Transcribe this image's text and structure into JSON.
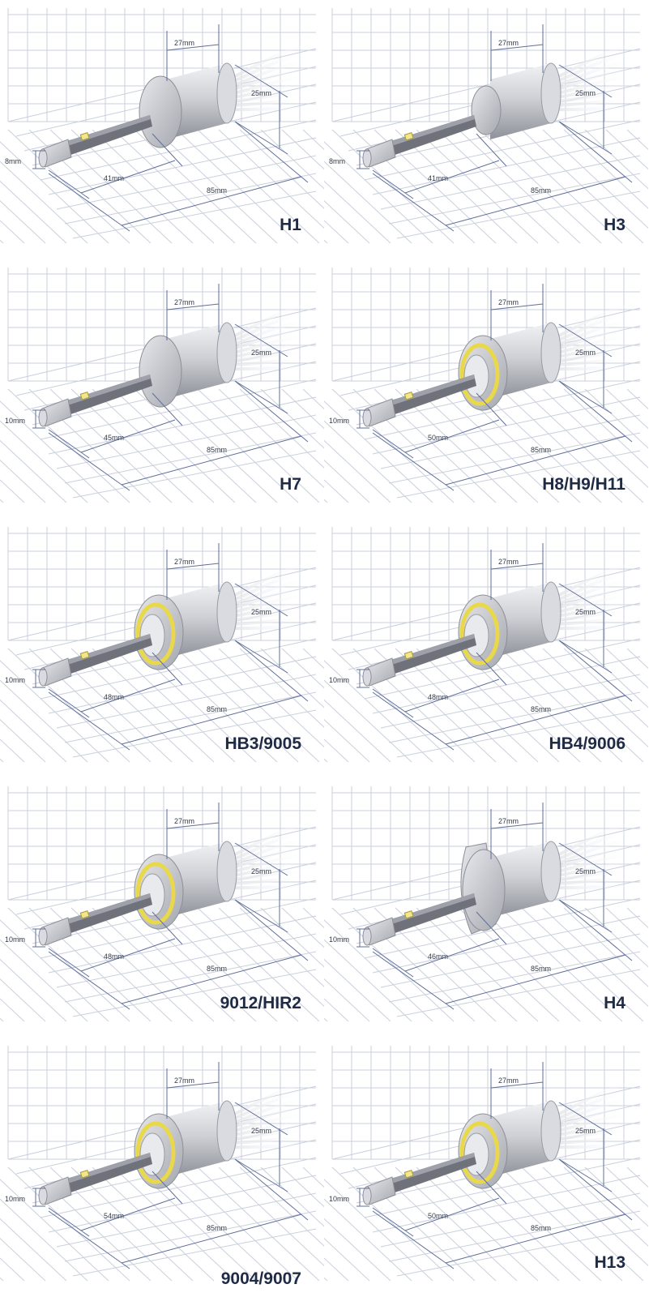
{
  "bulbs": [
    {
      "model": "H1",
      "collar": "disc",
      "gold": false,
      "dims": {
        "d27": "27mm",
        "d25": "25mm",
        "d8": "8mm",
        "dmid": "41mm",
        "d85": "85mm"
      }
    },
    {
      "model": "H3",
      "collar": "small",
      "gold": false,
      "dims": {
        "d27": "27mm",
        "d25": "25mm",
        "d8": "8mm",
        "dmid": "41mm",
        "d85": "85mm"
      }
    },
    {
      "model": "H7",
      "collar": "disc",
      "gold": false,
      "dims": {
        "d27": "27mm",
        "d25": "25mm",
        "d8": "10mm",
        "dmid": "45mm",
        "d85": "85mm"
      }
    },
    {
      "model": "H8/H9/H11",
      "collar": "ring",
      "gold": true,
      "dims": {
        "d27": "27mm",
        "d25": "25mm",
        "d8": "10mm",
        "dmid": "50mm",
        "d85": "85mm"
      }
    },
    {
      "model": "HB3/9005",
      "collar": "ring",
      "gold": true,
      "dims": {
        "d27": "27mm",
        "d25": "25mm",
        "d8": "10mm",
        "dmid": "48mm",
        "d85": "85mm"
      }
    },
    {
      "model": "HB4/9006",
      "collar": "ring",
      "gold": true,
      "dims": {
        "d27": "27mm",
        "d25": "25mm",
        "d8": "10mm",
        "dmid": "48mm",
        "d85": "85mm"
      }
    },
    {
      "model": "9012/HIR2",
      "collar": "ring",
      "gold": true,
      "dims": {
        "d27": "27mm",
        "d25": "25mm",
        "d8": "10mm",
        "dmid": "48mm",
        "d85": "85mm"
      }
    },
    {
      "model": "H4",
      "collar": "big",
      "gold": false,
      "dims": {
        "d27": "27mm",
        "d25": "25mm",
        "d8": "10mm",
        "dmid": "46mm",
        "d85": "85mm"
      }
    },
    {
      "model": "9004/9007",
      "collar": "ring",
      "gold": true,
      "dims": {
        "d27": "27mm",
        "d25": "25mm",
        "d8": "10mm",
        "dmid": "54mm",
        "d85": "85mm"
      }
    },
    {
      "model": "H13",
      "collar": "ring",
      "gold": true,
      "dims": {
        "d27": "27mm",
        "d25": "25mm",
        "d8": "10mm",
        "dmid": "50mm",
        "d85": "85mm"
      }
    }
  ],
  "colors": {
    "gold_ring": "#e8d84a",
    "body": "#cfd1d6",
    "led_chip": "#f2e58a",
    "dimension_line": "#5f6f9a",
    "label": "#1f2a44"
  }
}
